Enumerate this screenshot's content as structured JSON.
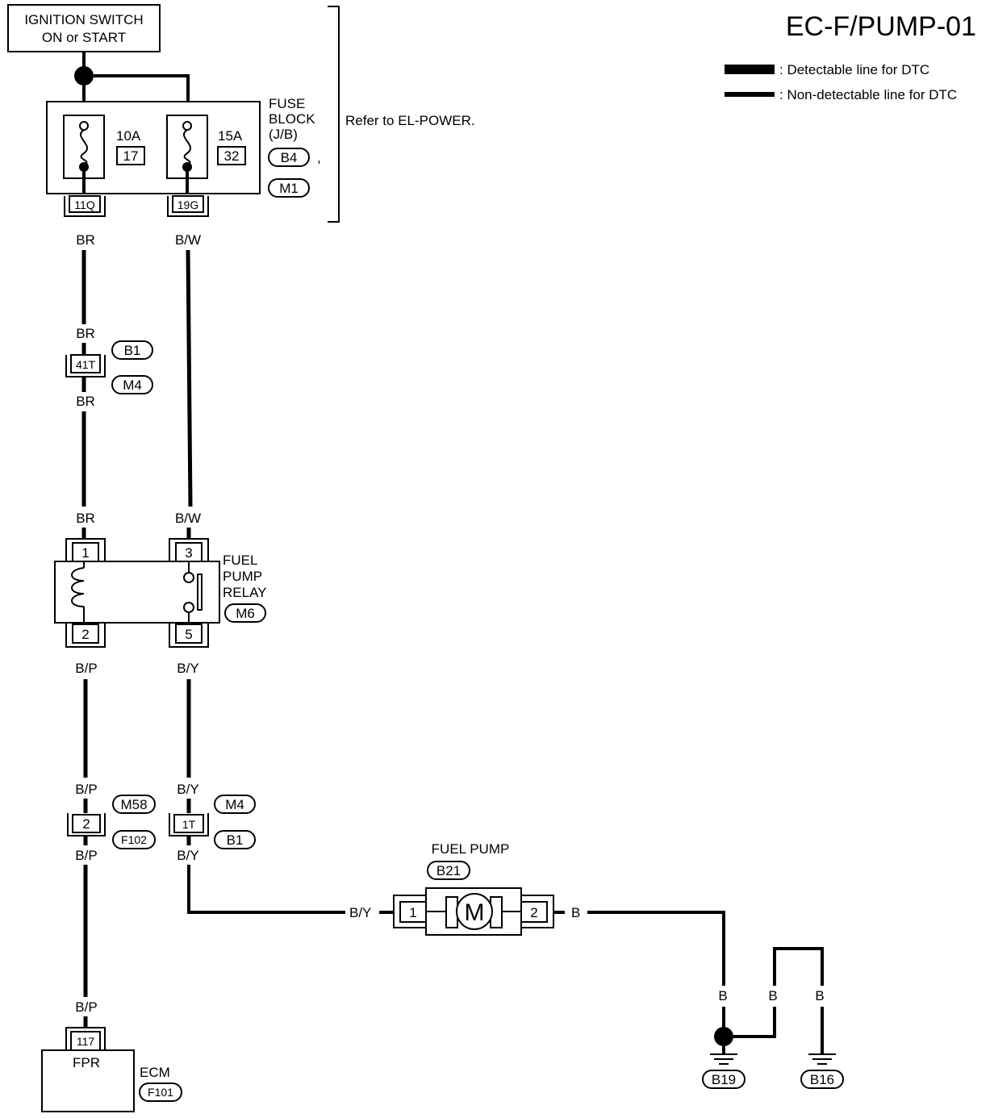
{
  "title": "EC-F/PUMP-01",
  "legend": {
    "detectable": ": Detectable line for DTC",
    "non_detectable": ": Non-detectable line for DTC"
  },
  "ignition": {
    "line1": "IGNITION SWITCH",
    "line2": "ON or START"
  },
  "fuse_block": {
    "label1": "FUSE",
    "label2": "BLOCK",
    "label3": "(J/B)",
    "conn_b4": "B4",
    "comma": ",",
    "conn_m1": "M1",
    "refer": "Refer to EL-POWER.",
    "fuse_a": {
      "amps": "10A",
      "num": "17",
      "terminal": "11Q"
    },
    "fuse_b": {
      "amps": "15A",
      "num": "32",
      "terminal": "19G"
    }
  },
  "wires": {
    "br": "BR",
    "bw": "B/W",
    "bp": "B/P",
    "by": "B/Y",
    "b": "B"
  },
  "joint_41t": {
    "terminal": "41T",
    "conn_top": "B1",
    "conn_bottom": "M4"
  },
  "relay": {
    "label1": "FUEL",
    "label2": "PUMP",
    "label3": "RELAY",
    "conn": "M6",
    "t1": "1",
    "t2": "2",
    "t3": "3",
    "t5": "5"
  },
  "joint_2": {
    "terminal": "2",
    "conn_top": "M58",
    "conn_bottom": "F102"
  },
  "joint_1t": {
    "terminal": "1T",
    "conn_top": "M4",
    "conn_bottom": "B1"
  },
  "fuel_pump": {
    "label": "FUEL PUMP",
    "conn": "B21",
    "motor": "M",
    "t1": "1",
    "t2": "2"
  },
  "ecm": {
    "terminal": "117",
    "pin": "FPR",
    "label": "ECM",
    "conn": "F101"
  },
  "grounds": {
    "g1": "B19",
    "g2": "B16"
  }
}
